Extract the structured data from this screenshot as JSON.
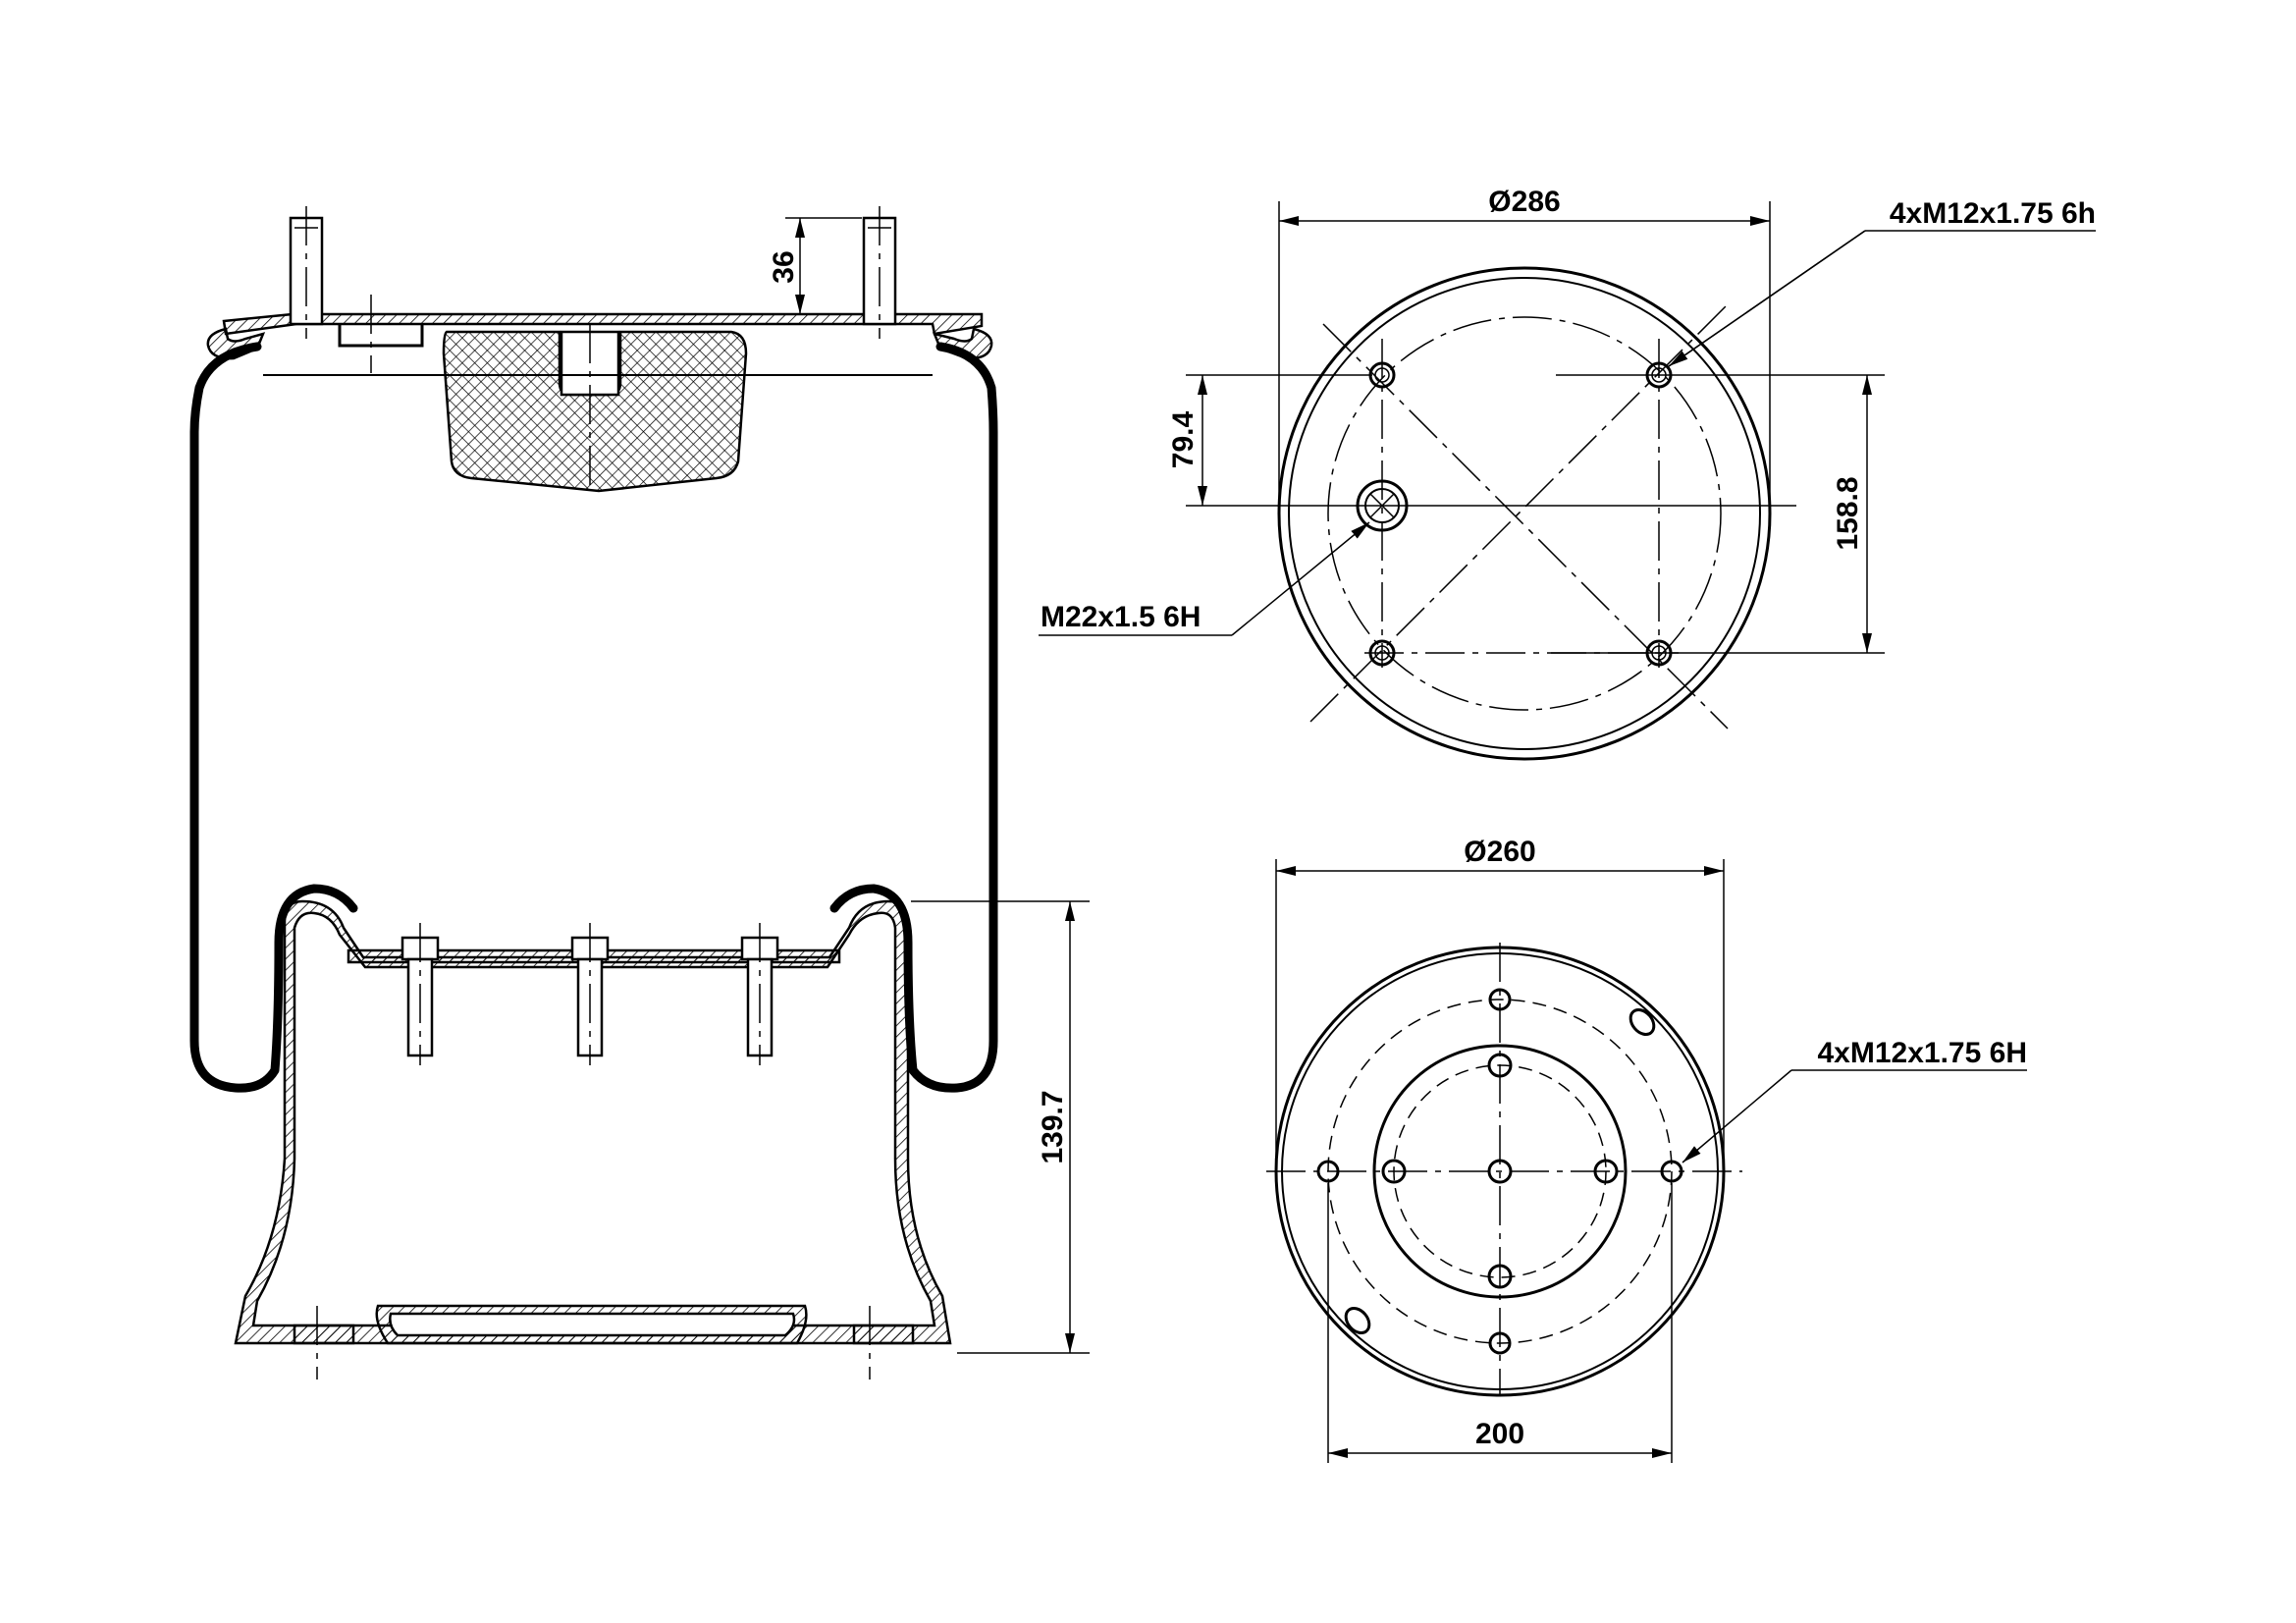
{
  "drawing": {
    "top_diameter": "Ø286",
    "top_stud_thread": "4xM12x1.75 6h",
    "top_air_port": "M22x1.5 6H",
    "top_offset_small": "79.4",
    "top_bolt_spacing": "158.8",
    "stud_height": "36",
    "bottom_diameter": "Ø260",
    "bottom_thread": "4xM12x1.75 6H",
    "bottom_bolt_circle": "200",
    "piston_height": "139.7"
  }
}
